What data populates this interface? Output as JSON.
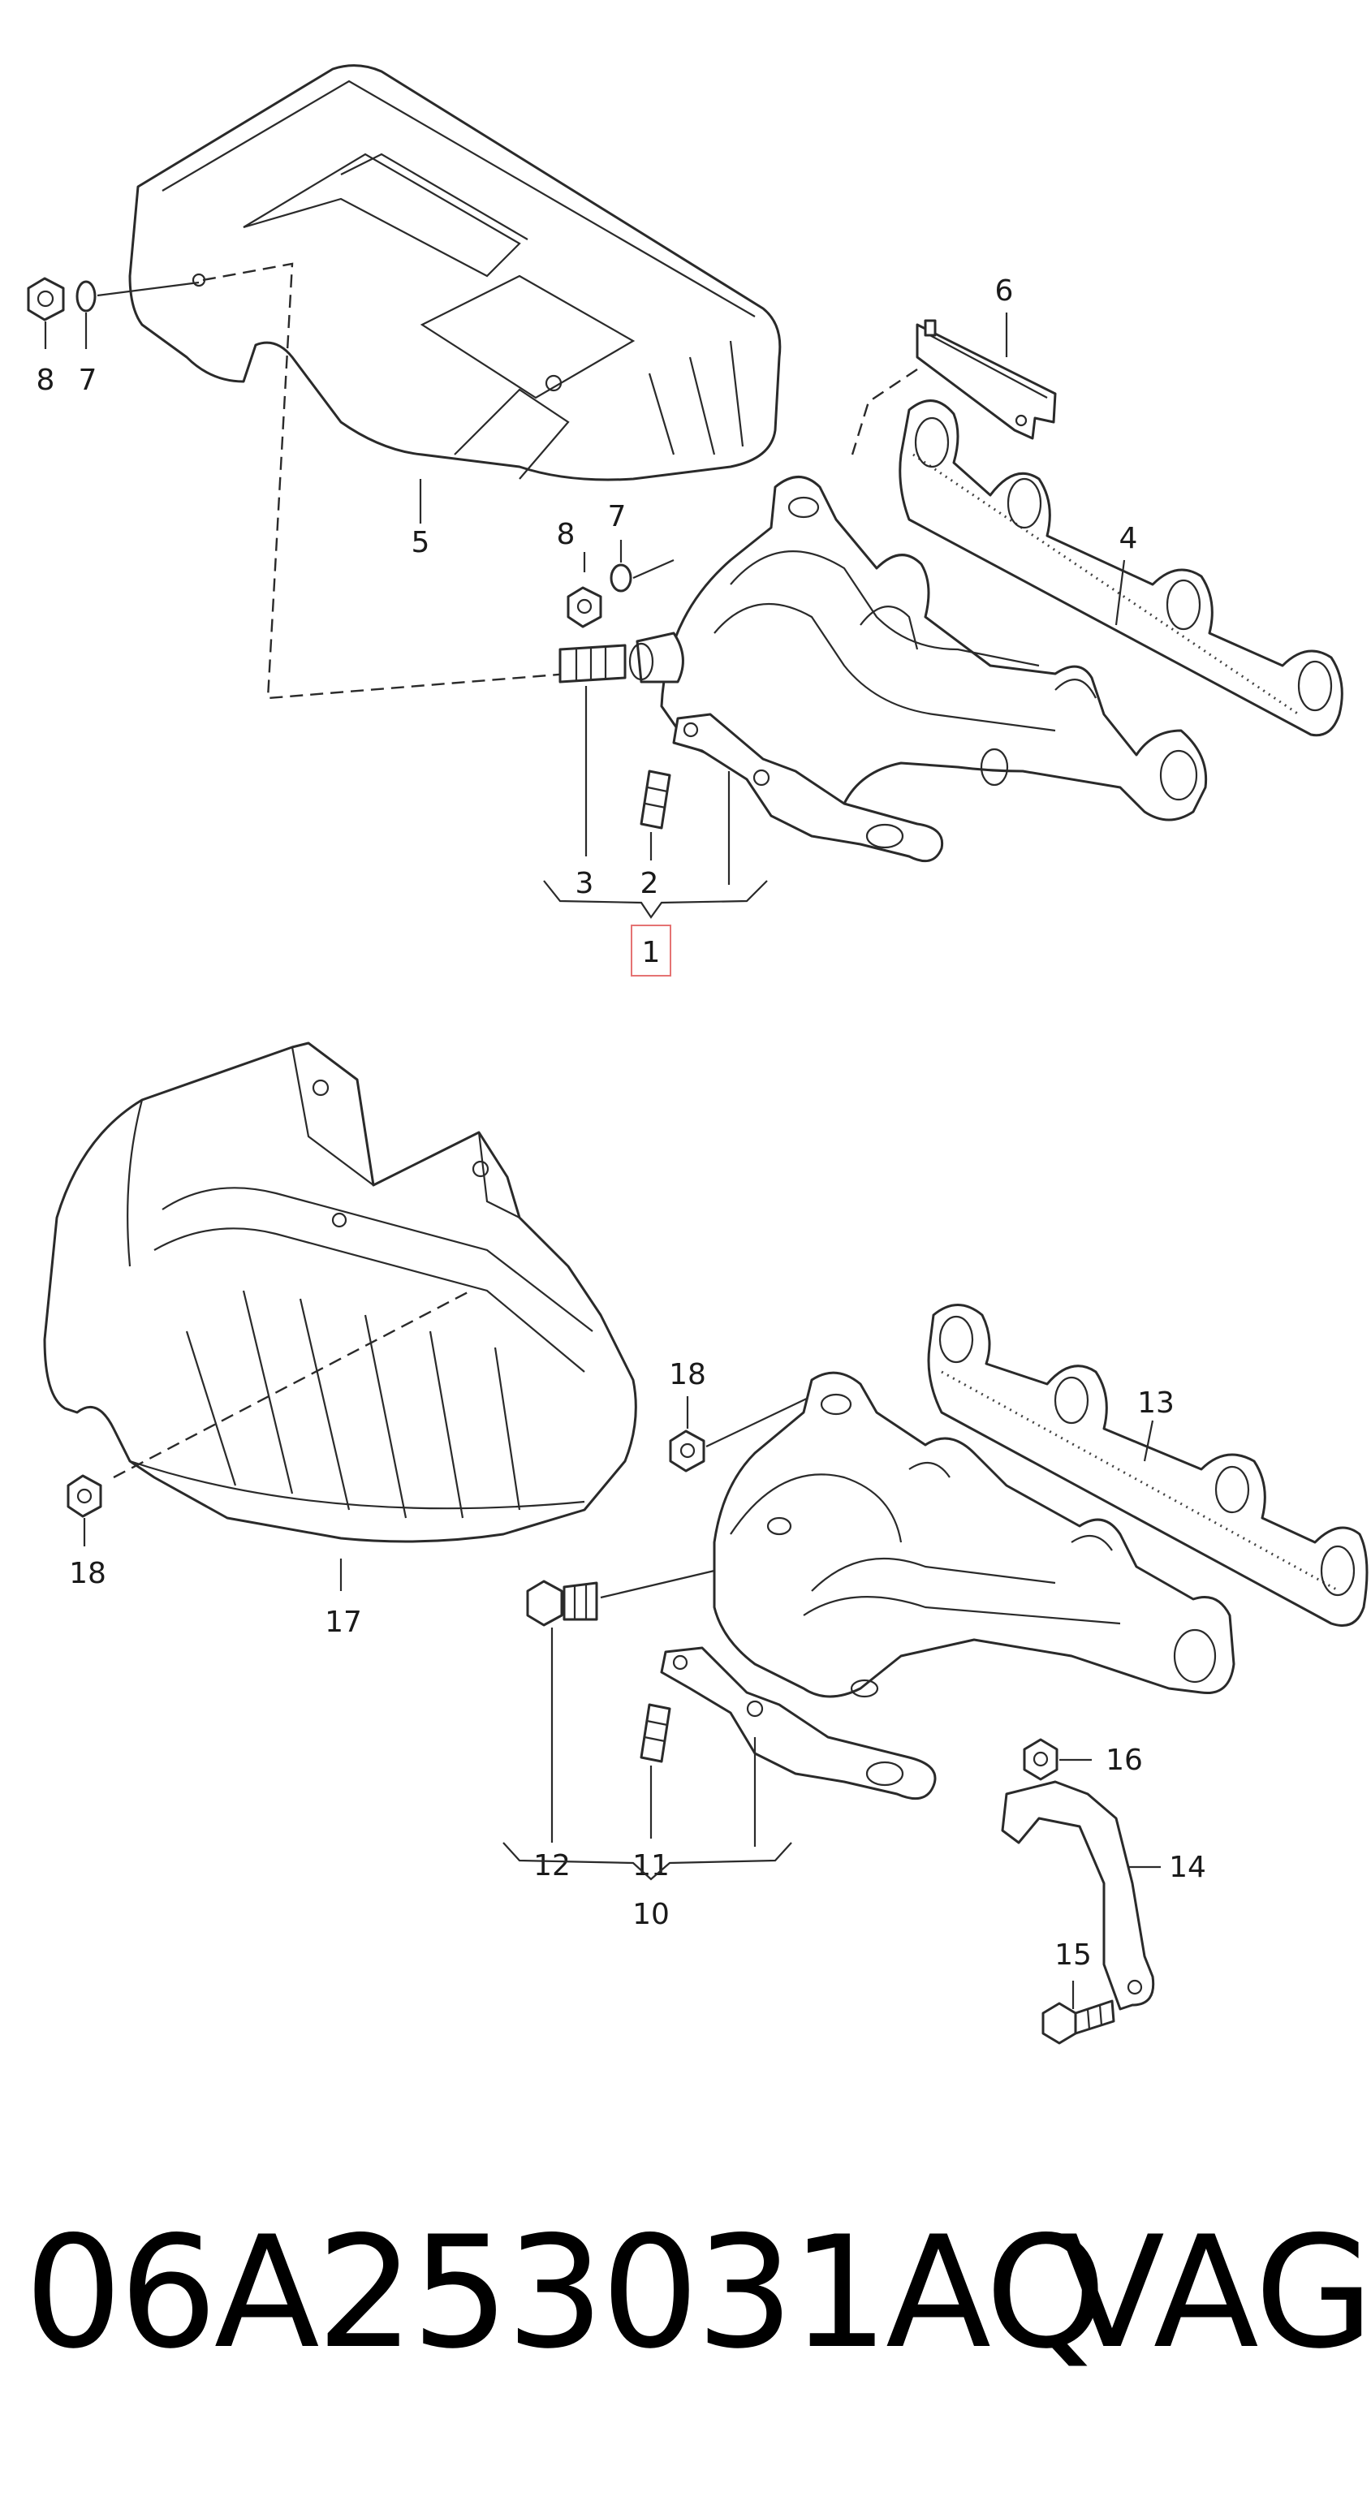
{
  "callouts": {
    "c1": "1",
    "c2": "2",
    "c3": "3",
    "c4": "4",
    "c5": "5",
    "c6": "6",
    "c7a": "7",
    "c7b": "7",
    "c8a": "8",
    "c8b": "8",
    "c10": "10",
    "c11": "11",
    "c12": "12",
    "c13": "13",
    "c14": "14",
    "c15": "15",
    "c16": "16",
    "c17": "17",
    "c18a": "18",
    "c18b": "18"
  },
  "highlight_color": "#e57373",
  "footer": {
    "part_number": "06A253031AQ",
    "brand": "VAG"
  }
}
